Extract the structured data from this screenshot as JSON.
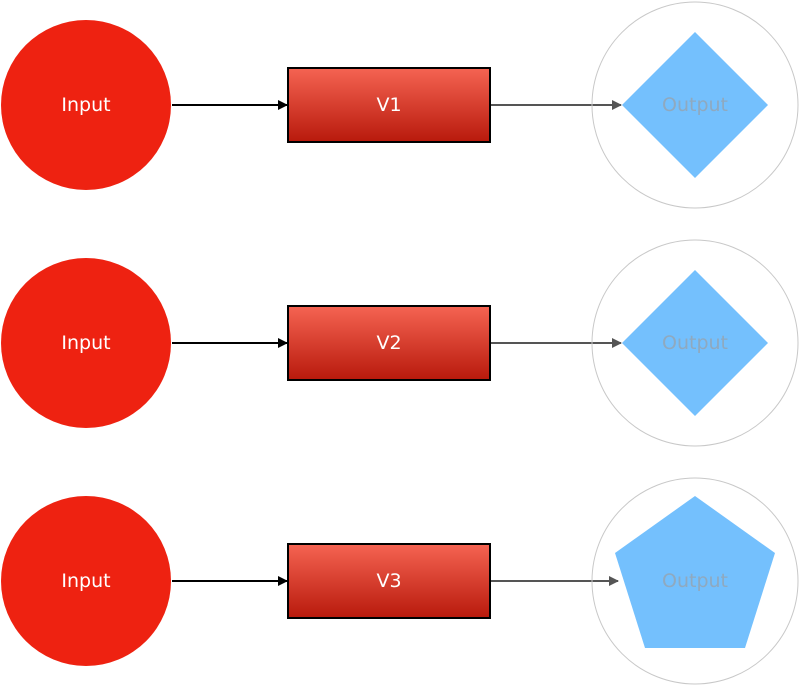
{
  "colors": {
    "input_fill": "#ee2211",
    "box_gradient_top": "#f56452",
    "box_gradient_bottom": "#b81a0c",
    "box_stroke": "#000000",
    "output_fill": "#74c0fd",
    "output_ring": "#c8c8c8",
    "arrow": "#000000",
    "arrow_out": "#555555"
  },
  "rows": [
    {
      "input_label": "Input",
      "version_label": "V1",
      "output_label": "Output",
      "output_shape": "diamond"
    },
    {
      "input_label": "Input",
      "version_label": "V2",
      "output_label": "Output",
      "output_shape": "diamond"
    },
    {
      "input_label": "Input",
      "version_label": "V3",
      "output_label": "Output",
      "output_shape": "pentagon"
    }
  ]
}
